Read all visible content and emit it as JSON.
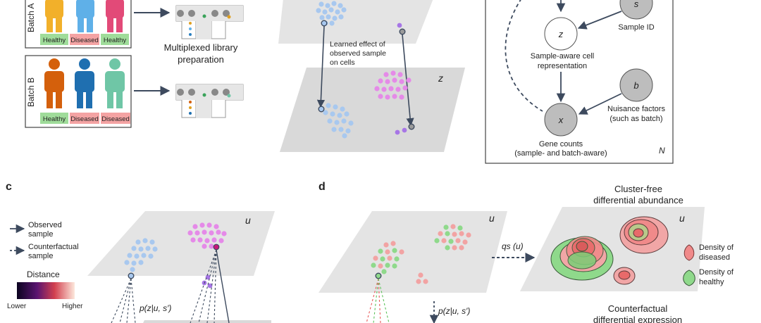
{
  "panel_a": {
    "batch_a_label": "Batch A",
    "batch_b_label": "Batch B",
    "batch_a_tags": [
      "Healthy",
      "Diseased",
      "Healthy"
    ],
    "batch_b_tags": [
      "Healthy",
      "Diseased",
      "Diseased"
    ],
    "library_prep_line1": "Multiplexed library",
    "library_prep_line2": "preparation"
  },
  "panel_b": {
    "learned_effect_line1": "Learned effect of",
    "learned_effect_line2": "observed sample",
    "learned_effect_line3": "on cells",
    "plane_label": "z"
  },
  "graph": {
    "s_node": "s",
    "z_node": "z",
    "b_node": "b",
    "x_node": "x",
    "sample_id": "Sample ID",
    "z_desc_line1": "Sample-aware cell",
    "z_desc_line2": "representation",
    "b_desc_line1": "Nuisance factors",
    "b_desc_line2": "(such as batch)",
    "x_desc_line1": "Gene counts",
    "x_desc_line2": "(sample- and batch-aware)",
    "plate_label": "N"
  },
  "panel_c": {
    "letter": "c",
    "legend_observed_line1": "Observed",
    "legend_observed_line2": "sample",
    "legend_counterfactual_line1": "Counterfactual",
    "legend_counterfactual_line2": "sample",
    "distance_title": "Distance",
    "distance_lower": "Lower",
    "distance_higher": "Higher",
    "plane_label": "u",
    "pz_label": "p(z|u, s′)"
  },
  "panel_d": {
    "letter": "d",
    "plane_label": "u",
    "qs_label": "qs (u)",
    "pz_label": "p(z|u, s′)",
    "cfda_line1": "Cluster-free",
    "cfda_line2": "differential abundance",
    "density_u_label": "u",
    "density_diseased_line1": "Density of",
    "density_diseased_line2": "diseased",
    "density_healthy_line1": "Density of",
    "density_healthy_line2": "healthy",
    "cfde_line1": "Counterfactual",
    "cfde_line2": "differential expression"
  },
  "colors": {
    "healthy_tag": "#9fdc9a",
    "diseased_tag": "#f4a3a3",
    "plane": "#e4e4e4",
    "blue_cells": "#a8c8ef",
    "magenta_cells": "#e58ae8",
    "purple_cells": "#a776e6",
    "green_cells": "#8fd98b",
    "red_cells": "#f2a3a3",
    "arrow": "#3d4a5e"
  }
}
